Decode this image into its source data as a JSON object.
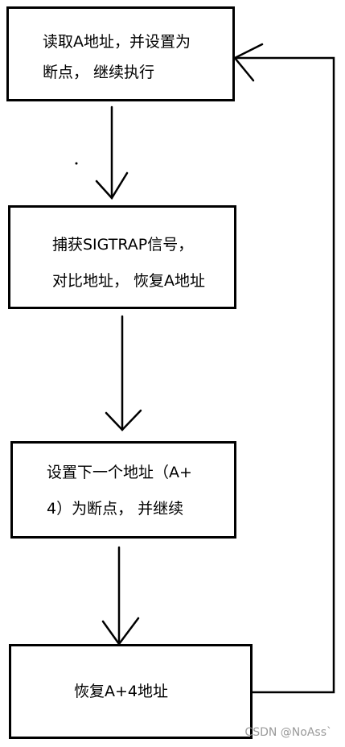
{
  "steps": [
    {
      "line1": "读取A地址，并设置为",
      "line2": "断点， 继续执行"
    },
    {
      "line1": "捕获SIGTRAP信号，",
      "line2": "对比地址， 恢复A地址"
    },
    {
      "line1": "设置下一个地址（A+",
      "line2": "4）为断点， 并继续"
    },
    {
      "line1": "恢复A+4地址"
    }
  ],
  "watermark": "CSDN @NoAss`"
}
